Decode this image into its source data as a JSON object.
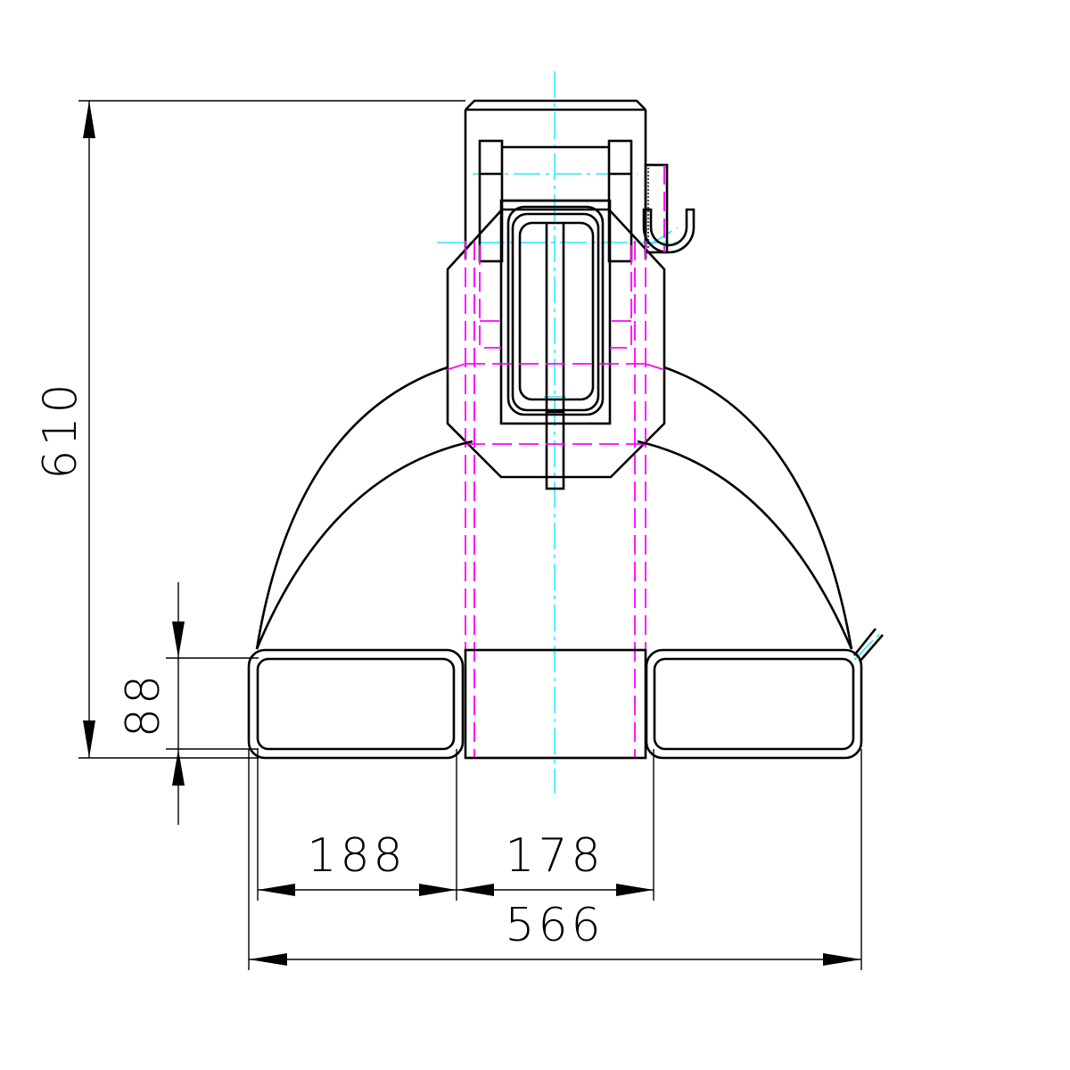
{
  "drawing": {
    "title": "Technical drawing - front view",
    "colors": {
      "outline": "#000000",
      "hidden_lines": "#ff00ff",
      "center_lines": "#00e5ff",
      "background": "#ffffff"
    },
    "dimensions": {
      "overall_height": "610",
      "tube_height": "88",
      "left_tube_width": "188",
      "center_width": "178",
      "overall_width": "566"
    },
    "components": [
      {
        "name": "top-mount-bracket"
      },
      {
        "name": "clamp-plate-octagon"
      },
      {
        "name": "handle-loop"
      },
      {
        "name": "side-hook"
      },
      {
        "name": "arc-frame"
      },
      {
        "name": "left-rectangular-tube"
      },
      {
        "name": "center-block"
      },
      {
        "name": "right-rectangular-tube"
      }
    ]
  }
}
